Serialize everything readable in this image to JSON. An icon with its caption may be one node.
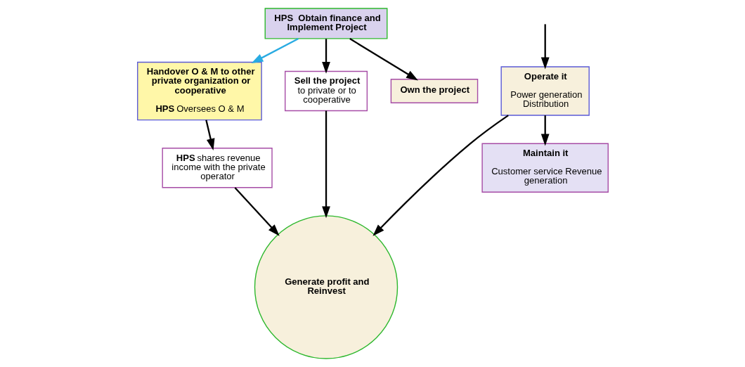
{
  "diagram": {
    "nodes": [
      {
        "text": [
          "HPS  Obtain finance and Implement Project"
        ]
      },
      {
        "text": [
          "Handover O & M to other private organization or cooperative",
          "**HPS** Oversees O & M"
        ]
      },
      {
        "text": [
          "**Sell the project** to private or to cooperative"
        ]
      },
      {
        "text": [
          "Generate profit and Reinvest"
        ]
      },
      {
        "text": [
          "**HPS** shares revenue income with the private operator"
        ]
      },
      {
        "text": [
          "Own the project"
        ]
      },
      {
        "text": [
          "Operate it",
          "Power generation Distribution"
        ]
      },
      {
        "text": [
          "Maintain it",
          "Customer service Revenue generation"
        ]
      }
    ],
    "edges": [
      {
        "from": 0,
        "to": 1,
        "arrow": "to",
        "color": "#29abe2"
      },
      {
        "from": 0,
        "to": 2,
        "arrow": "to"
      },
      {
        "from": 0,
        "to": 5,
        "arrow": "to"
      },
      {
        "from": 2,
        "to": 3,
        "arrow": "to"
      },
      {
        "from": 1,
        "to": 4,
        "arrow": "to"
      },
      {
        "from": 4,
        "to": 3,
        "arrow": "to"
      },
      {
        "from": 6,
        "to": 3,
        "arrow": "to"
      },
      {
        "from": null,
        "to": 6,
        "arrow": "to"
      },
      {
        "from": 6,
        "to": 7,
        "arrow": "to"
      }
    ]
  }
}
